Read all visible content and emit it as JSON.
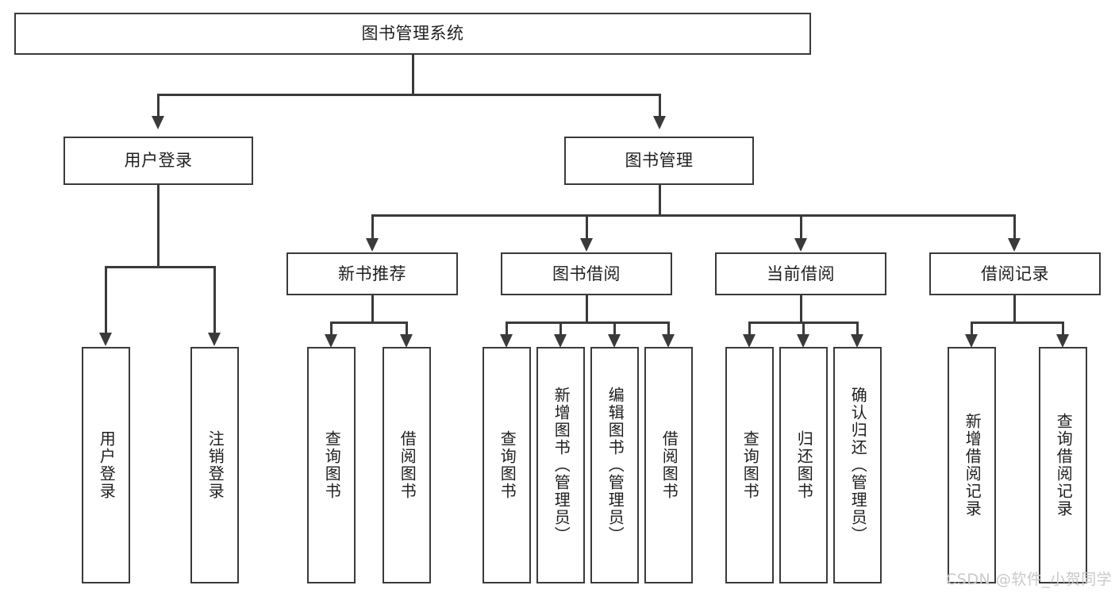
{
  "diagram": {
    "type": "tree-hierarchy-chart",
    "title": "图书管理系统",
    "colors": {
      "stroke": "#3a3a3a",
      "fill": "#ffffff",
      "text": "#1f1f1f",
      "watermark": "#c9c9c9",
      "background": "#ffffff"
    },
    "root": {
      "label": "图书管理系统"
    },
    "level1": [
      {
        "label": "用户登录"
      },
      {
        "label": "图书管理"
      }
    ],
    "level2": [
      {
        "label": "新书推荐"
      },
      {
        "label": "图书借阅"
      },
      {
        "label": "当前借阅"
      },
      {
        "label": "借阅记录"
      }
    ],
    "leaves": {
      "user_login": [
        {
          "label": "用户登录"
        },
        {
          "label": "注销登录"
        }
      ],
      "new_book_recommend": [
        {
          "label": "查询图书"
        },
        {
          "label": "借阅图书"
        }
      ],
      "book_borrow": [
        {
          "label": "查询图书"
        },
        {
          "label": "新增图书（管理员）"
        },
        {
          "label": "编辑图书（管理员）"
        },
        {
          "label": "借阅图书"
        }
      ],
      "current_borrow": [
        {
          "label": "查询图书"
        },
        {
          "label": "归还图书"
        },
        {
          "label": "确认归还（管理员）"
        }
      ],
      "borrow_record": [
        {
          "label": "新增借阅记录"
        },
        {
          "label": "查询借阅记录"
        }
      ]
    }
  },
  "watermark": {
    "text": "CSDN @软件_小贺同学"
  }
}
